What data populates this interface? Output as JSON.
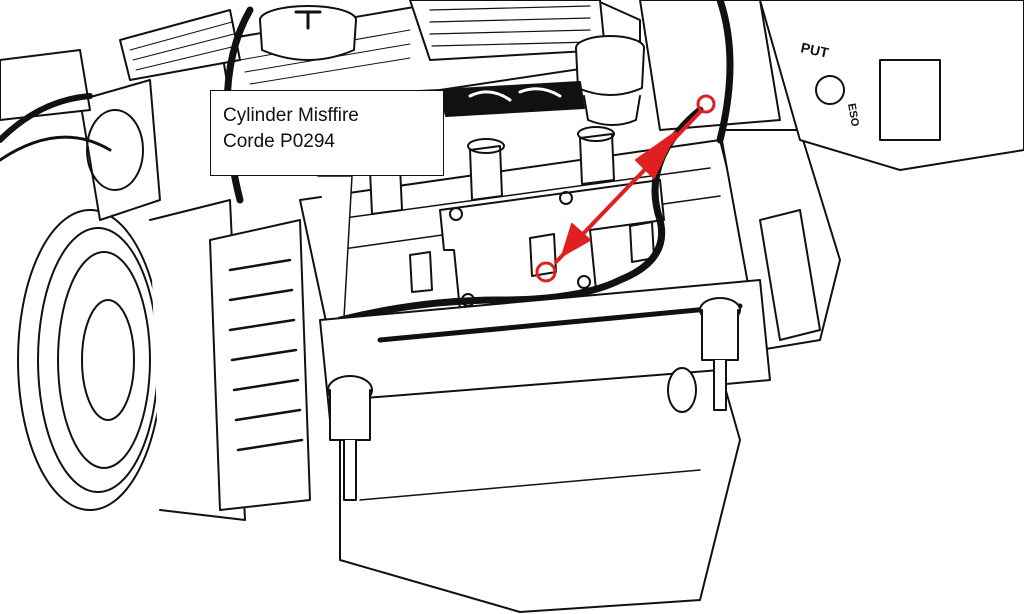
{
  "callout": {
    "line1": "Cylinder Misffire",
    "line2": "Corde P0294"
  },
  "logo_text": {
    "top": "PUT",
    "side": "ESO"
  },
  "colors": {
    "line_art": "#111111",
    "background": "#ffffff",
    "highlight": "#e02020"
  }
}
